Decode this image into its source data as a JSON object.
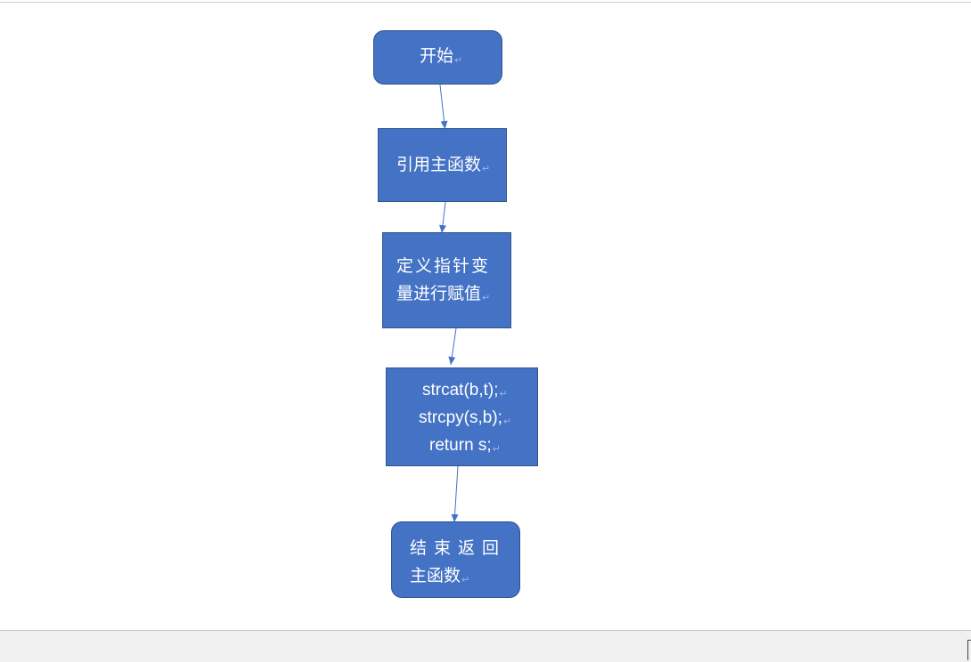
{
  "colors": {
    "node_fill": "#4472c4",
    "node_border": "#2f528f",
    "edge": "#4472c4",
    "text": "#ffffff",
    "paragraph_mark": "#9db3e0"
  },
  "flowchart": {
    "paragraph_mark": "↵",
    "nodes": [
      {
        "id": "start",
        "shape": "rounded-rect",
        "lines": [
          "开始"
        ]
      },
      {
        "id": "call_main",
        "shape": "rect",
        "lines": [
          "引用主函数"
        ]
      },
      {
        "id": "define_pointer",
        "shape": "rect",
        "lines": [
          "定义指针变",
          "量进行赋值"
        ]
      },
      {
        "id": "code_block",
        "shape": "rect",
        "lines": [
          "strcat(b,t);",
          "strcpy(s,b);",
          "return s;"
        ]
      },
      {
        "id": "end",
        "shape": "rounded-rect",
        "lines": [
          "结束返回",
          "主函数"
        ]
      }
    ],
    "edges": [
      {
        "from": "start",
        "to": "call_main"
      },
      {
        "from": "call_main",
        "to": "define_pointer"
      },
      {
        "from": "define_pointer",
        "to": "code_block"
      },
      {
        "from": "code_block",
        "to": "end"
      }
    ]
  }
}
